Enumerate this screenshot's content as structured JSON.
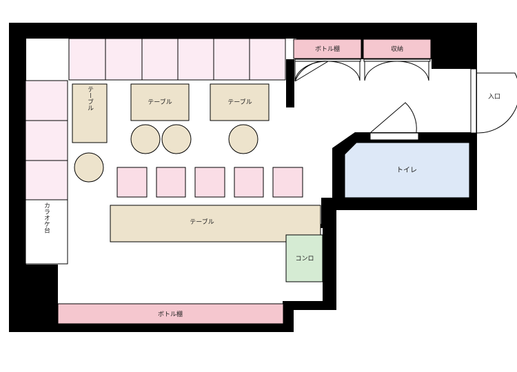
{
  "labels": {
    "bottle_shelf_top": "ボトル棚",
    "storage": "収納",
    "entrance": "入口",
    "toilet": "トイレ",
    "table_vertical": "テーブル",
    "table_left": "テーブル",
    "table_right": "テーブル",
    "counter_table": "テーブル",
    "karaoke_stand": "カラオケ台",
    "stove": "コンロ",
    "bottle_shelf_bottom": "ボトル棚"
  },
  "colors": {
    "wall": "#000000",
    "floor": "#ffffff",
    "sofa": "#fcebf3",
    "stool": "#fadde6",
    "shelf": "#f5c7cf",
    "table": "#ede3cc",
    "stool_round": "#ede3cc",
    "toilet": "#dde8f7",
    "stove": "#d5ebd3",
    "karaoke": "#ffffff"
  }
}
